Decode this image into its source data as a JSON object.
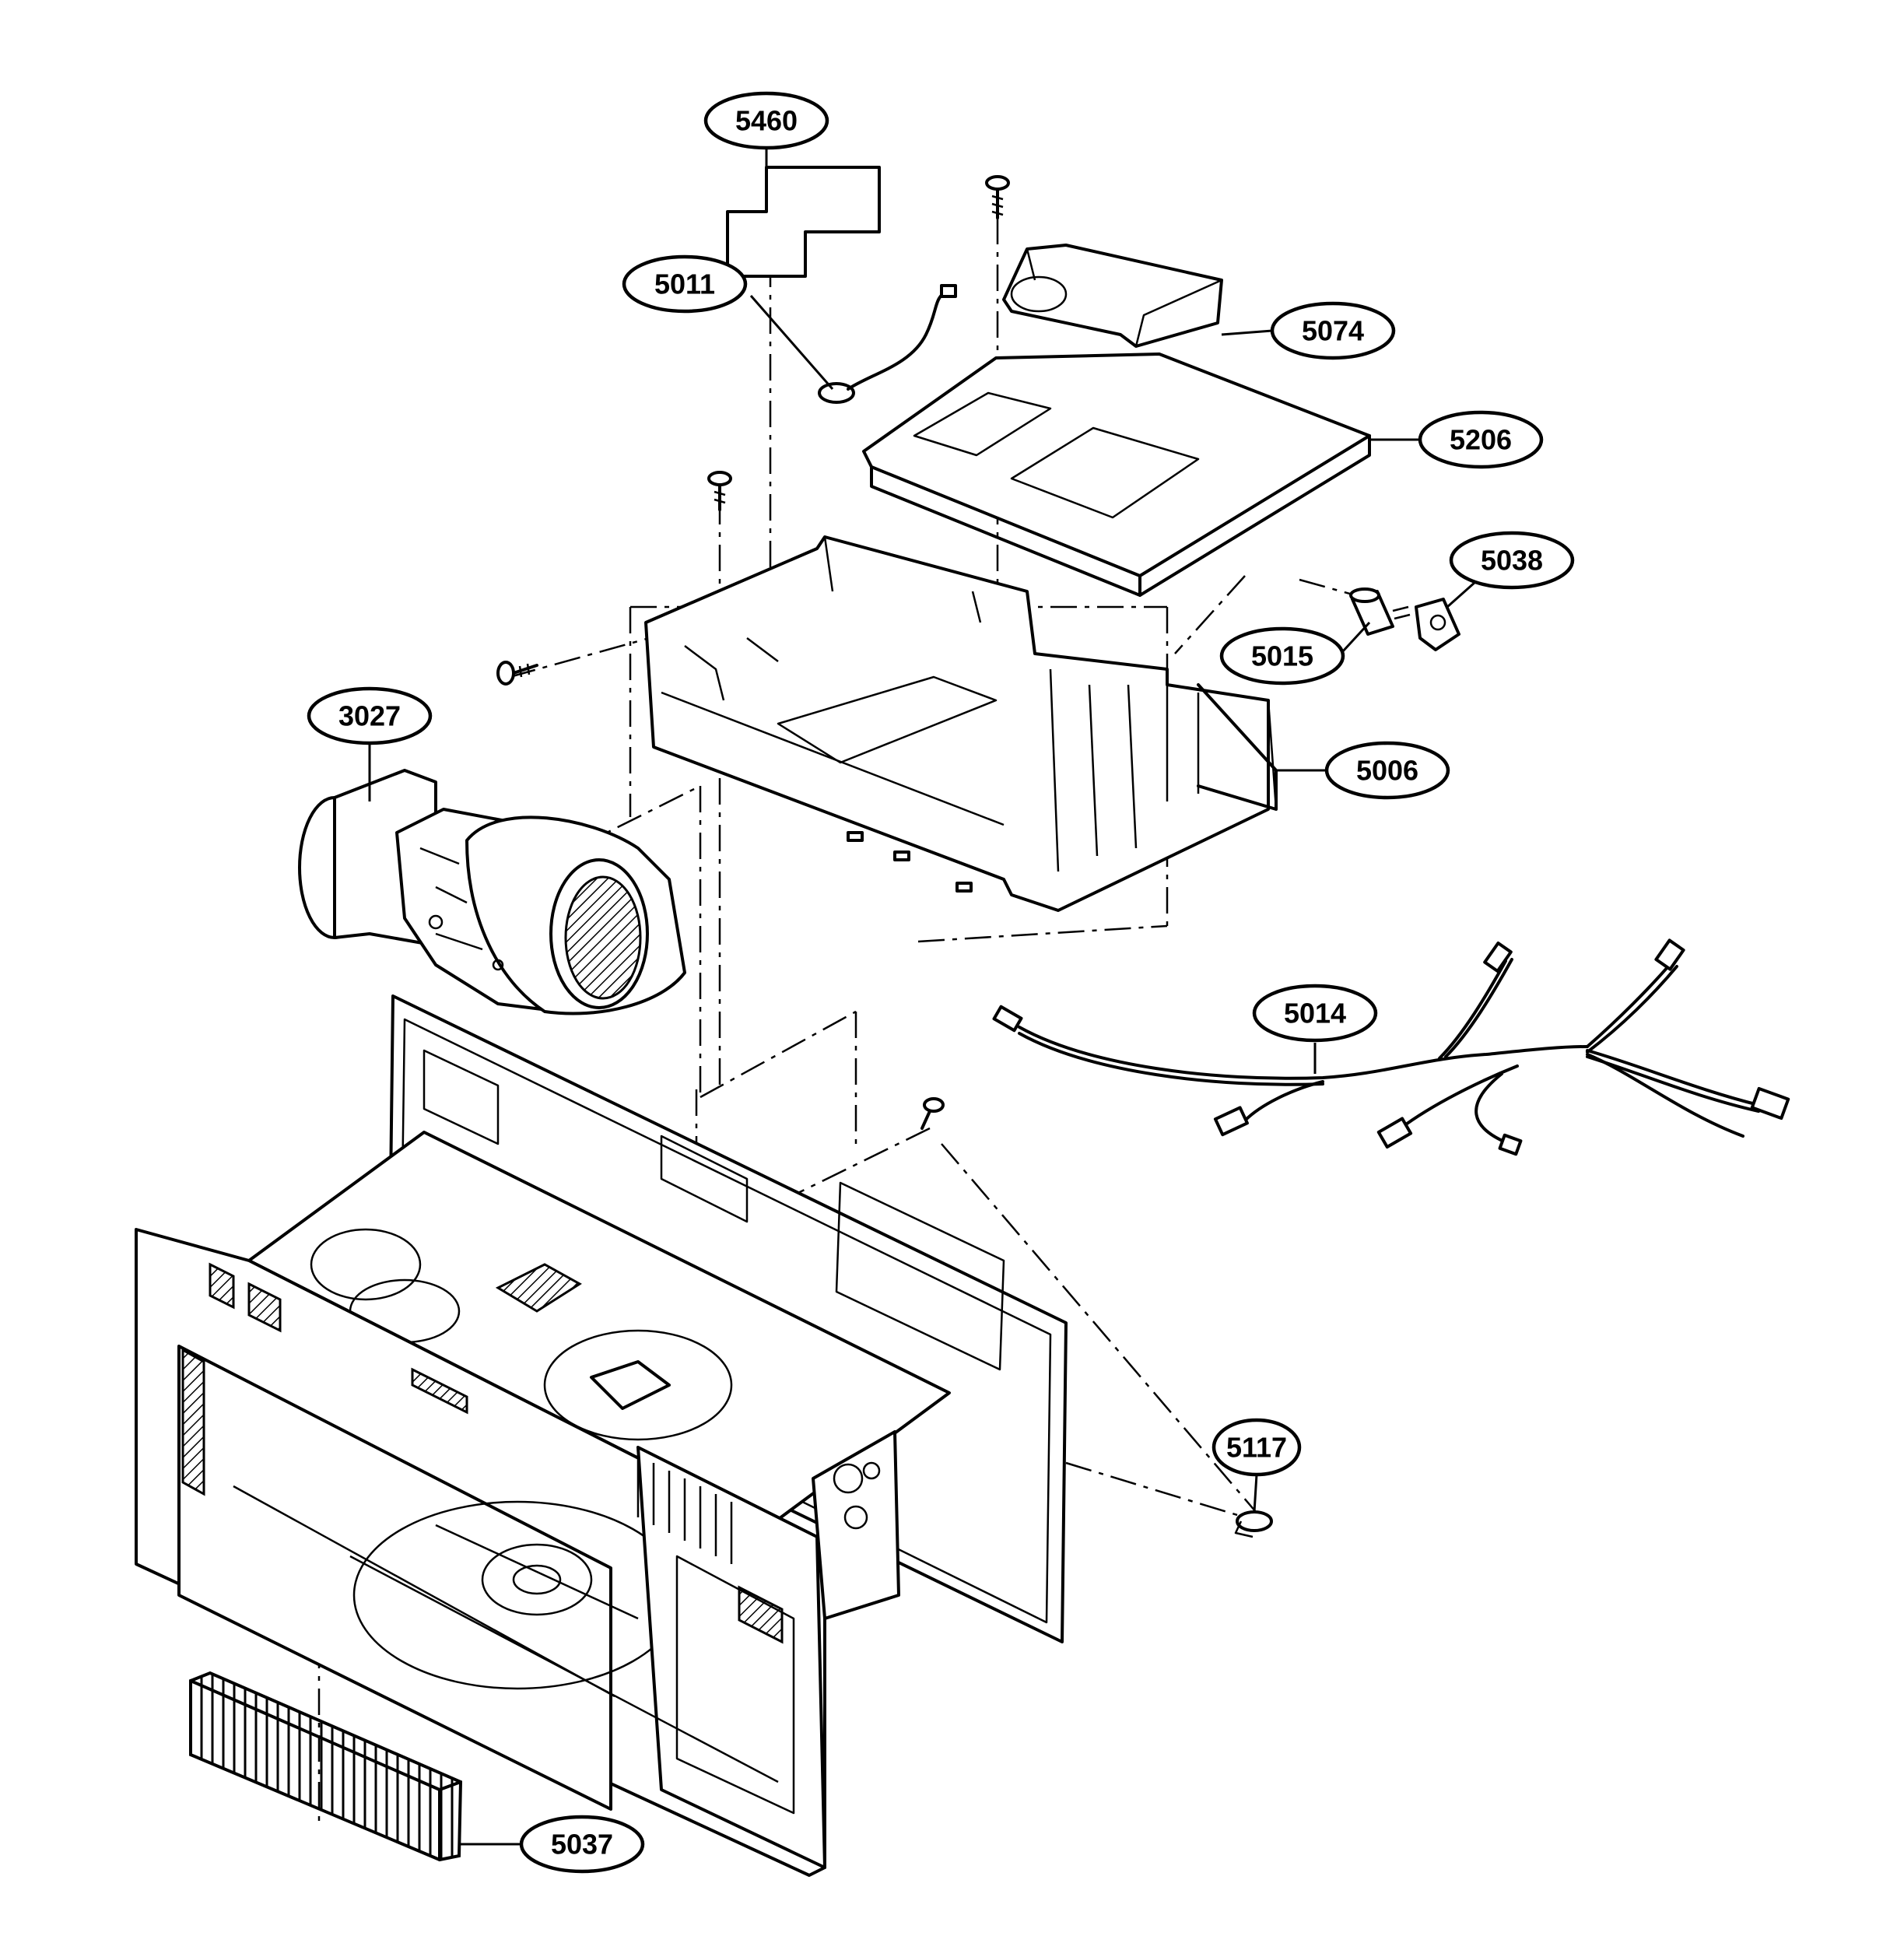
{
  "diagram": {
    "callouts": [
      {
        "id": "c5460",
        "label": "5460"
      },
      {
        "id": "c5011",
        "label": "5011"
      },
      {
        "id": "c5074",
        "label": "5074"
      },
      {
        "id": "c5206",
        "label": "5206"
      },
      {
        "id": "c5038",
        "label": "5038"
      },
      {
        "id": "c5015",
        "label": "5015"
      },
      {
        "id": "c3027",
        "label": "3027"
      },
      {
        "id": "c5006",
        "label": "5006"
      },
      {
        "id": "c5014",
        "label": "5014"
      },
      {
        "id": "c5117",
        "label": "5117"
      },
      {
        "id": "c5037",
        "label": "5037"
      }
    ]
  }
}
